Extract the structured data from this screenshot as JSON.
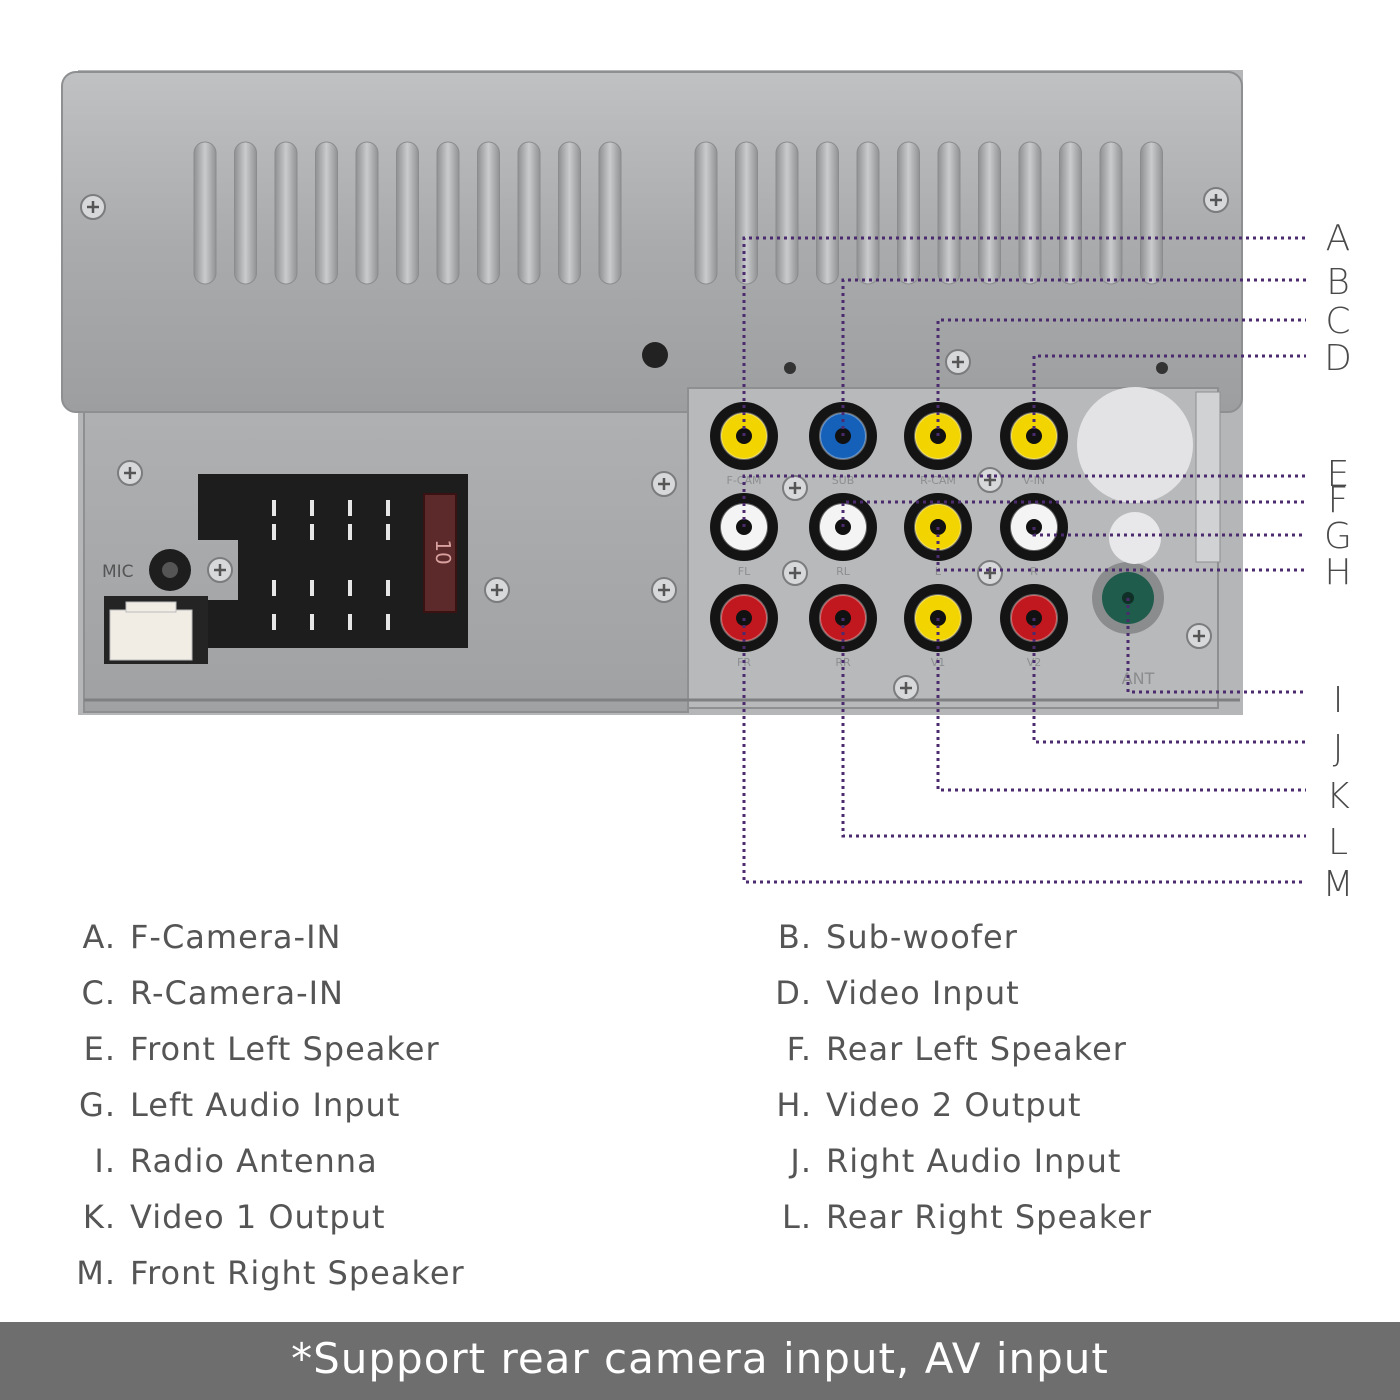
{
  "panel": {
    "mic_label": "MIC",
    "fuse_label": "10",
    "antenna_label": "ANT",
    "jack_labels": [
      "F-CAM",
      "SUB",
      "R-CAM",
      "V-IN",
      "FL",
      "RL",
      "L",
      "R",
      "FR",
      "RR",
      "V1",
      "V2"
    ]
  },
  "callouts": [
    "A",
    "B",
    "C",
    "D",
    "E",
    "F",
    "G",
    "H",
    "I",
    "J",
    "K",
    "L",
    "M"
  ],
  "legend": [
    {
      "letter": "A.",
      "text": "F-Camera-IN"
    },
    {
      "letter": "B.",
      "text": "Sub-woofer"
    },
    {
      "letter": "C.",
      "text": "R-Camera-IN"
    },
    {
      "letter": "D.",
      "text": "Video Input"
    },
    {
      "letter": "E.",
      "text": "Front Left Speaker"
    },
    {
      "letter": "F.",
      "text": "Rear Left Speaker"
    },
    {
      "letter": "G.",
      "text": "Left Audio Input"
    },
    {
      "letter": "H.",
      "text": "Video 2 Output"
    },
    {
      "letter": "I.",
      "text": "Radio Antenna"
    },
    {
      "letter": "J.",
      "text": "Right Audio Input"
    },
    {
      "letter": "K.",
      "text": "Video 1 Output"
    },
    {
      "letter": "L.",
      "text": "Rear Right Speaker"
    },
    {
      "letter": "M.",
      "text": "Front Right Speaker"
    }
  ],
  "footer": {
    "text": "*Support rear camera input, AV input"
  },
  "colors": {
    "yellow_jack": "#f2d400",
    "blue_jack": "#1560b8",
    "white_jack": "#f4f4f4",
    "red_jack": "#c0181e",
    "antenna": "#1f5c4c",
    "leader_line": "#4b2a6e",
    "footer_bg": "#6e6e6e"
  }
}
